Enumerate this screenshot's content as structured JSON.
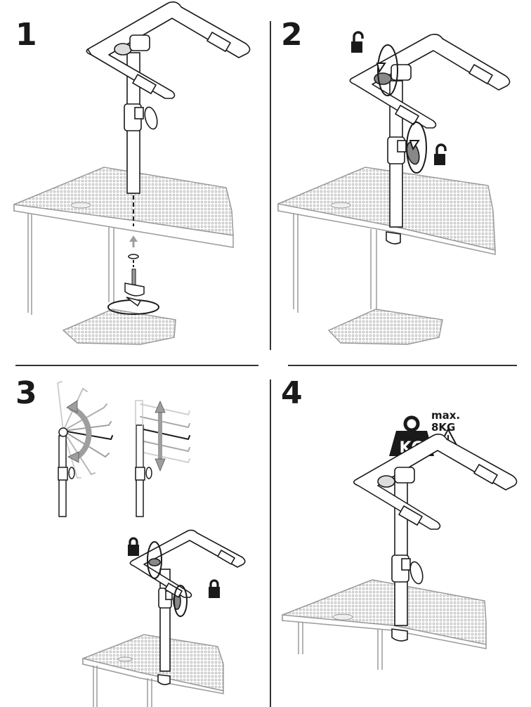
{
  "document": {
    "type": "assembly-instructions",
    "subject": "laptop stand with desk clamp"
  },
  "steps": [
    {
      "number": "1",
      "description": "Insert pole into desk, fasten clamp bolt from underneath by turning"
    },
    {
      "number": "2",
      "description": "Unlock tilt knob and height knob"
    },
    {
      "number": "3",
      "description": "Adjust tilt angle and height, then lock both knobs"
    },
    {
      "number": "4",
      "description": "Maximum load warning"
    }
  ],
  "load_warning": {
    "weight_badge": "KG",
    "max_label": "max.",
    "max_value": "8KG",
    "icon": "warning-triangle-icon"
  },
  "icons": {
    "lock_open": "unlocked-padlock-icon",
    "lock_closed": "locked-padlock-icon",
    "rotate": "rotate-arrow-icon",
    "up_down": "up-down-arrow-icon"
  },
  "colors": {
    "ink": "#1a1a1a",
    "desk": "#9a9a9a",
    "ghost": "#bdbdbd",
    "arrow_fill": "#9e9e9e"
  }
}
